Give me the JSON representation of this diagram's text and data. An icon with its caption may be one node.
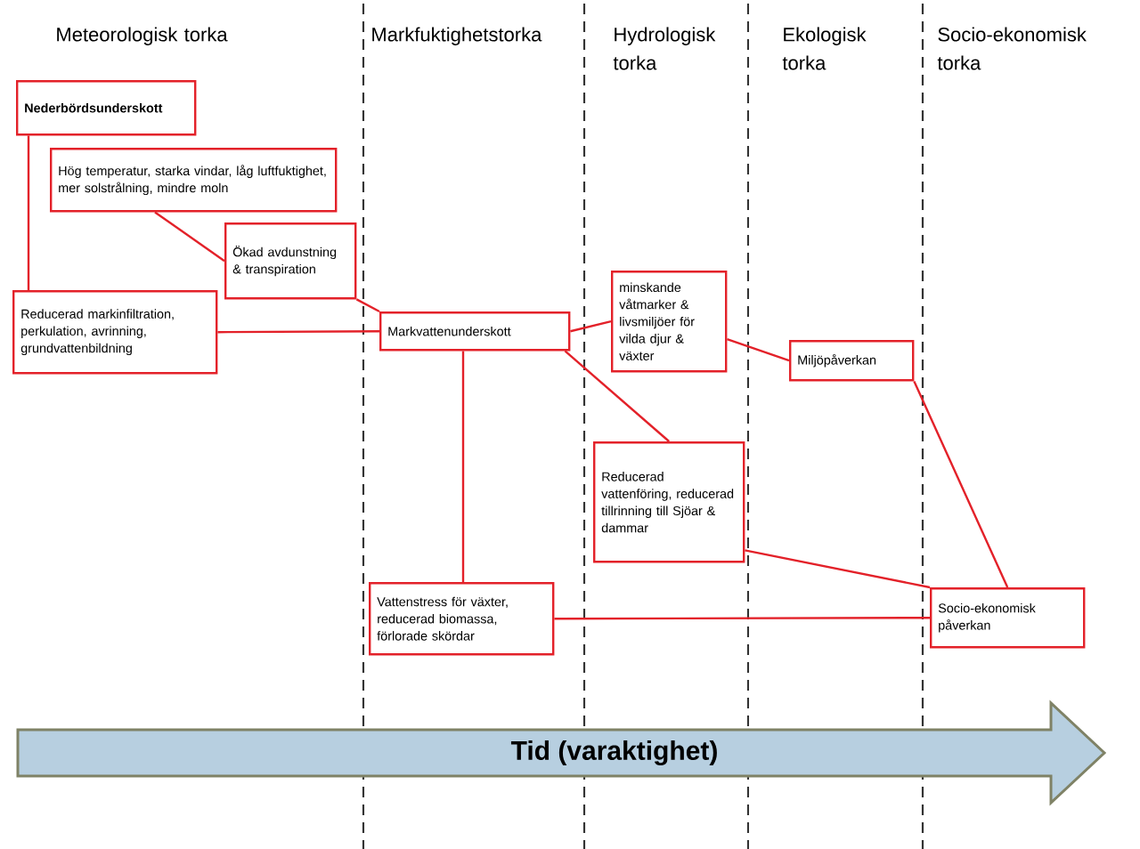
{
  "diagram": {
    "nodes": [
      {
        "text": [
          "Nederbördsunderskott"
        ]
      },
      {
        "text": [
          "Hög temperatur, starka vindar, låg luftfuktighet, mer solstrålning, mindre moln"
        ]
      },
      {
        "text": [
          "Ökad avdunstning & transpiration"
        ]
      },
      {
        "text": [
          "Reducerad markinfiltration, perkulation, avrinning, grundvattenbildning"
        ]
      },
      {
        "text": [
          "Markvattenunderskott"
        ]
      },
      {
        "text": [
          "minskande våtmarker & livsmiljöer för vilda djur & växter"
        ]
      },
      {
        "text": [
          "Miljöpåverkan"
        ]
      },
      {
        "text": [
          "Reducerad vattenföring, reducerad tillrinning till Sjöar & dammar"
        ]
      },
      {
        "text": [
          "Vattenstress för växter, reducerad biomassa, förlorade skördar"
        ]
      },
      {
        "text": [
          "Socio-ekonomisk påverkan"
        ]
      },
      {
        "text": [
          "Tid (varaktighet)"
        ]
      }
    ],
    "edges": [
      {
        "from": 0,
        "to": 3,
        "arrow": "none"
      },
      {
        "from": 1,
        "to": 2,
        "arrow": "none"
      },
      {
        "from": 2,
        "to": 4,
        "arrow": "none"
      },
      {
        "from": 3,
        "to": 4,
        "arrow": "none"
      },
      {
        "from": 4,
        "to": 5,
        "arrow": "none"
      },
      {
        "from": 4,
        "to": 7,
        "arrow": "none"
      },
      {
        "from": 4,
        "to": 8,
        "arrow": "none"
      },
      {
        "from": 5,
        "to": 6,
        "arrow": "none"
      },
      {
        "from": 6,
        "to": 9,
        "arrow": "none"
      },
      {
        "from": 7,
        "to": 9,
        "arrow": "none"
      },
      {
        "from": 8,
        "to": 9,
        "arrow": "none"
      }
    ],
    "labels": [
      "Meteorologisk torka",
      "Markfuktighetstorka",
      "Hydrologisk torka",
      "Ekologisk torka",
      "Socio-ekonomisk torka"
    ]
  }
}
